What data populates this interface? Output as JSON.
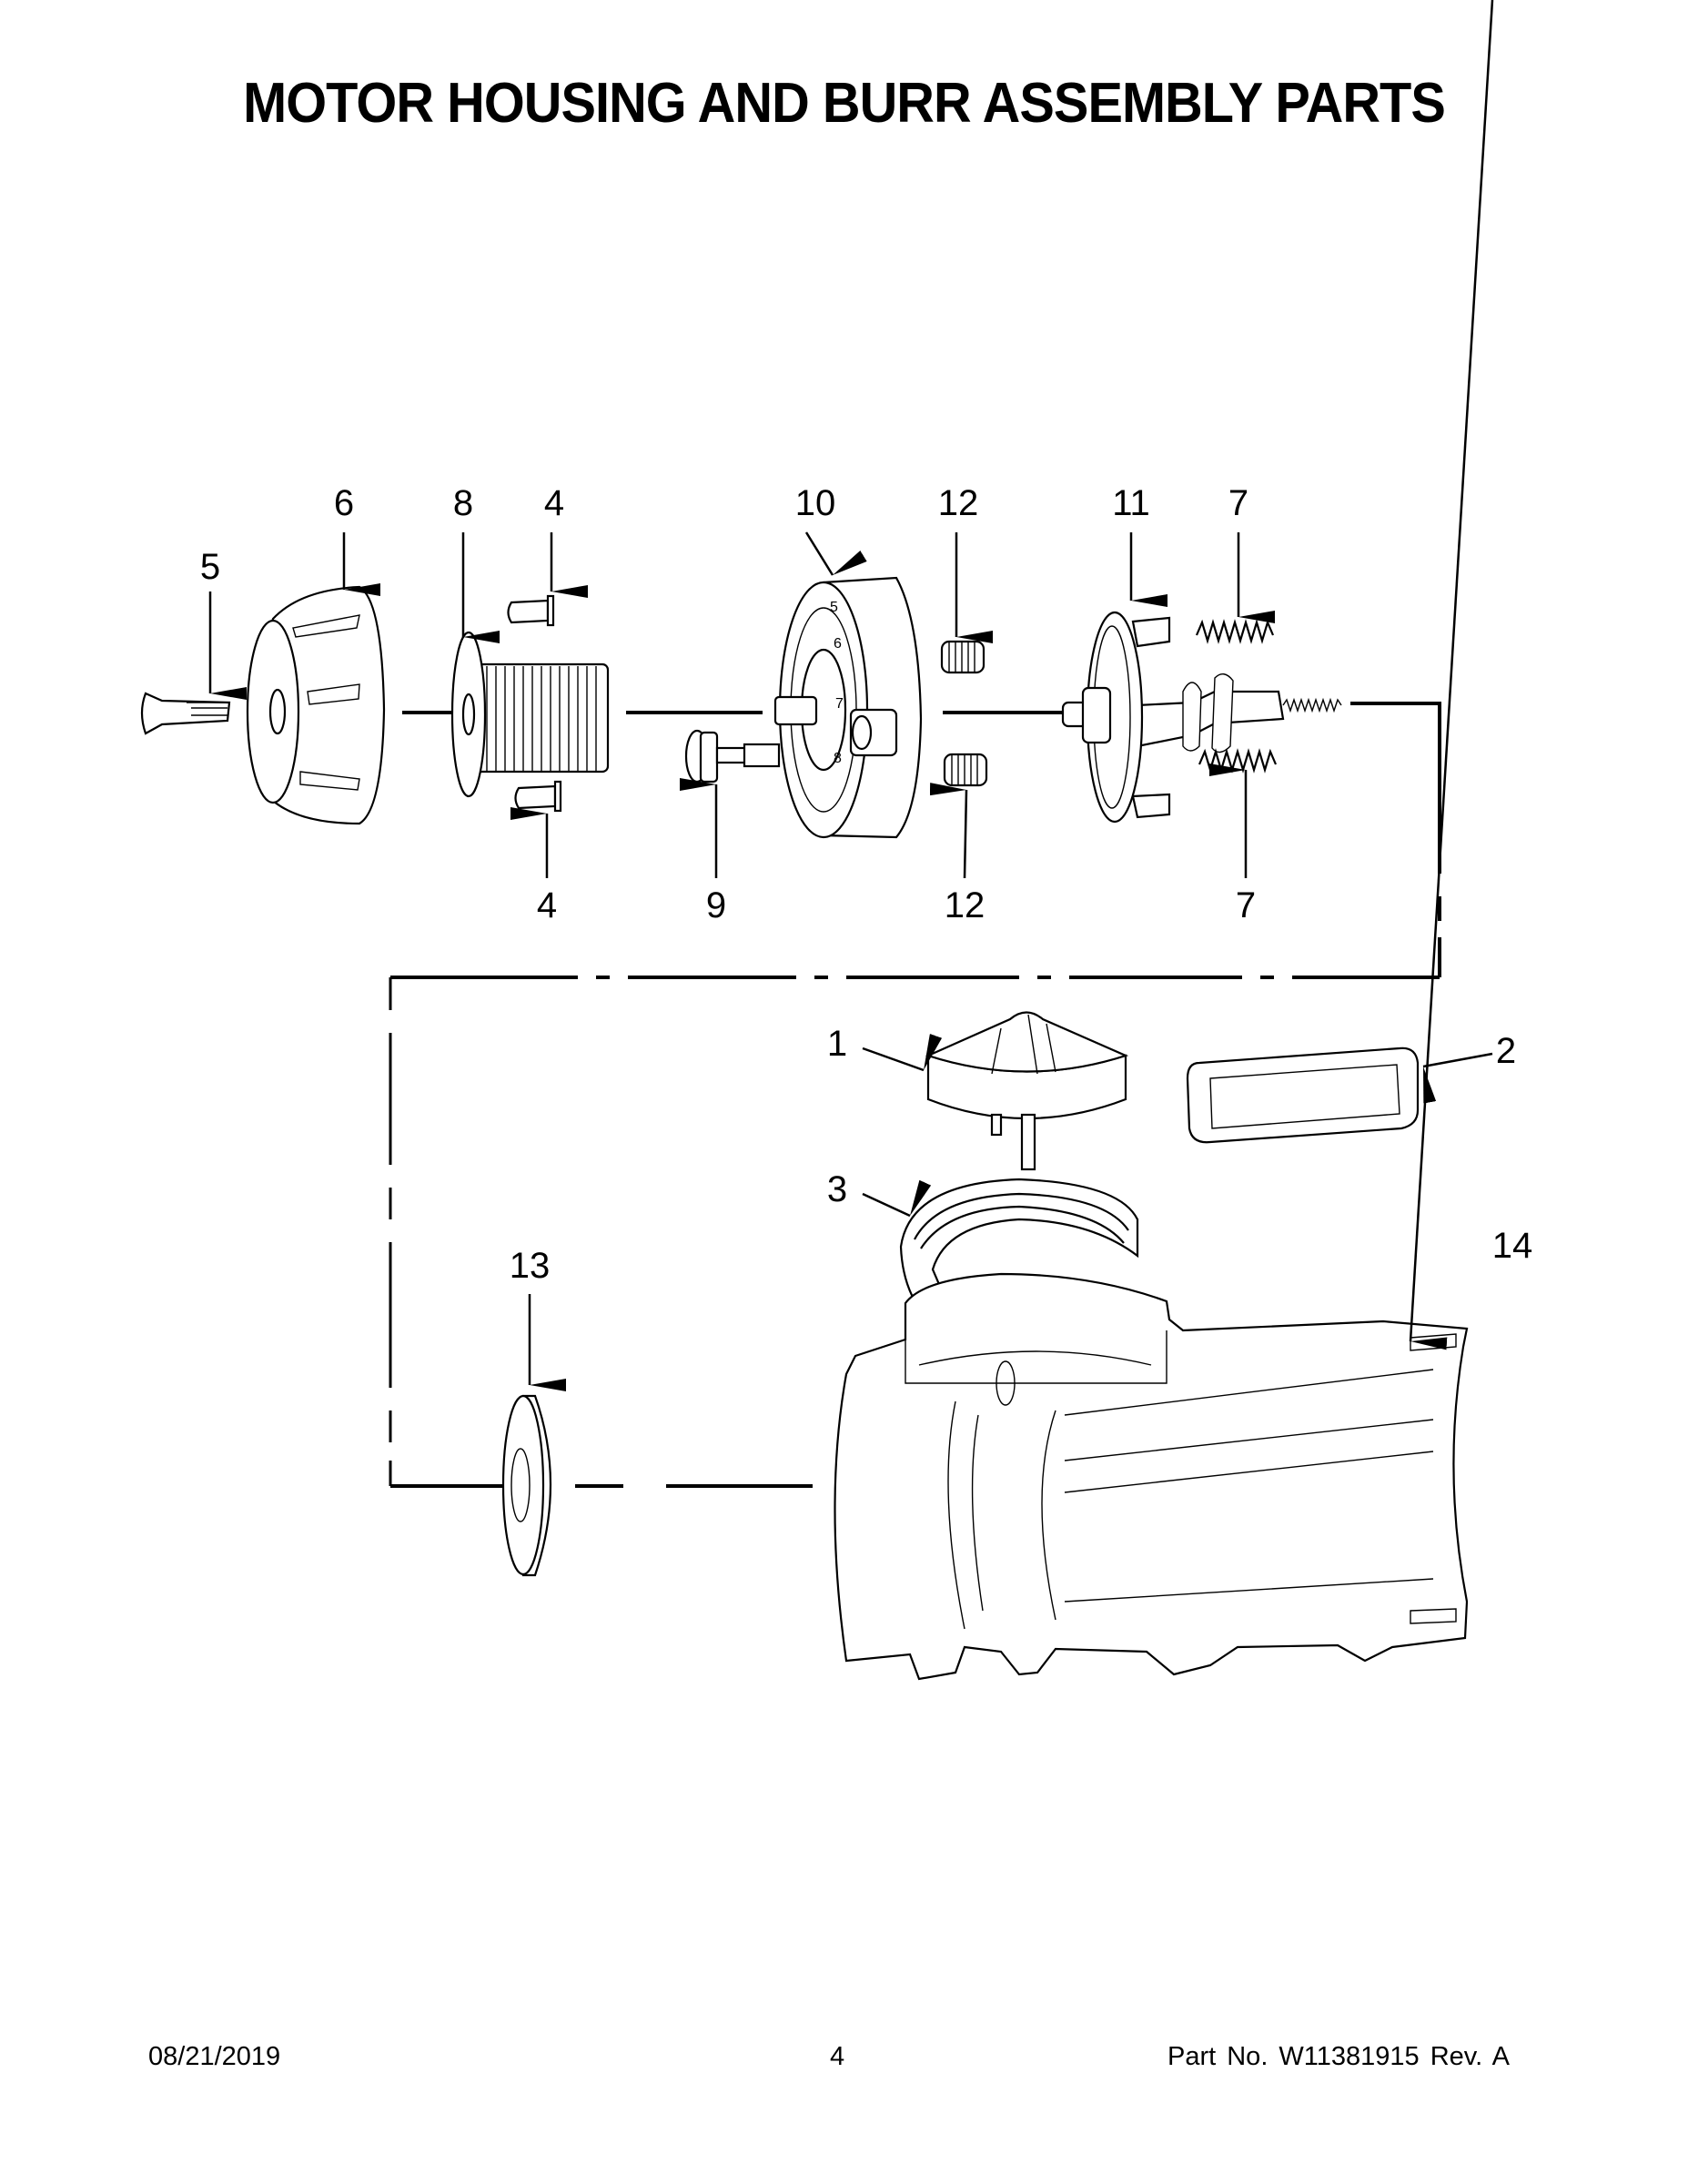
{
  "page": {
    "title": "MOTOR HOUSING AND BURR ASSEMBLY PARTS",
    "footer": {
      "date": "08/21/2019",
      "page_number": "4",
      "part_number": "Part No.  W11381915  Rev.  A"
    }
  },
  "diagram": {
    "callouts": [
      {
        "id": "c5",
        "label": "5"
      },
      {
        "id": "c6",
        "label": "6"
      },
      {
        "id": "c8",
        "label": "8"
      },
      {
        "id": "c4a",
        "label": "4"
      },
      {
        "id": "c10",
        "label": "10"
      },
      {
        "id": "c12a",
        "label": "12"
      },
      {
        "id": "c11",
        "label": "11"
      },
      {
        "id": "c7a",
        "label": "7"
      },
      {
        "id": "c4b",
        "label": "4"
      },
      {
        "id": "c9",
        "label": "9"
      },
      {
        "id": "c12b",
        "label": "12"
      },
      {
        "id": "c7b",
        "label": "7"
      },
      {
        "id": "c1",
        "label": "1"
      },
      {
        "id": "c2",
        "label": "2"
      },
      {
        "id": "c3",
        "label": "3"
      },
      {
        "id": "c13",
        "label": "13"
      },
      {
        "id": "c14",
        "label": "14"
      }
    ],
    "dial_numbers": [
      "5",
      "6",
      "7",
      "8"
    ]
  }
}
